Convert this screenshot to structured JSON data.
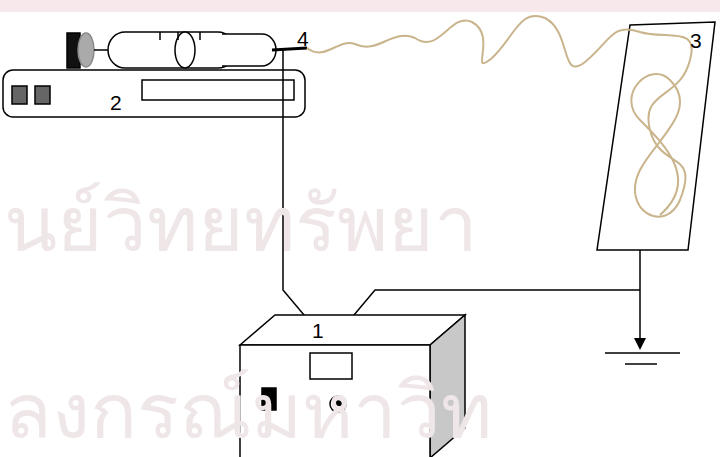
{
  "diagram": {
    "labels": [
      "1",
      "2",
      "3",
      "4",
      "นย์วิทยทรัพยา",
      "ลงกรณ์มหาวิท"
    ]
  }
}
